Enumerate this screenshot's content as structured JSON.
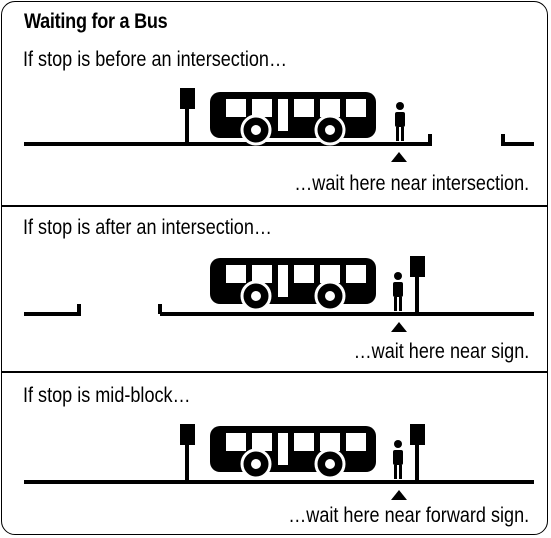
{
  "title": "Waiting for a Bus",
  "panels": [
    {
      "heading": "If stop is before an intersection…",
      "caption": "…wait here near intersection."
    },
    {
      "heading": "If stop is after an intersection…",
      "caption": "…wait here near sign."
    },
    {
      "heading": "If stop is mid-block…",
      "caption": "…wait here near forward sign."
    }
  ],
  "colors": {
    "ink": "#000000",
    "paper": "#ffffff"
  },
  "icons": [
    "bus-stop-sign-icon",
    "bus-icon",
    "person-icon",
    "arrow-up-icon"
  ]
}
